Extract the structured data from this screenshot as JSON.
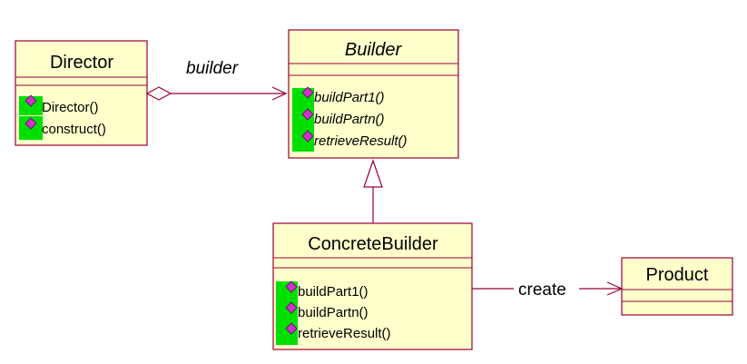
{
  "colors": {
    "class_fill": "#FFFFCC",
    "class_border": "#990033",
    "connector": "#990033",
    "op_marker_green": "#00E000",
    "op_marker_magenta": "#CC33CC"
  },
  "classes": {
    "director": {
      "name": "Director",
      "operations": [
        "Director()",
        "construct()"
      ]
    },
    "builder": {
      "name": "Builder",
      "abstract": true,
      "operations": [
        "buildPart1()",
        "buildPartn()",
        "retrieveResult()"
      ]
    },
    "concrete_builder": {
      "name": "ConcreteBuilder",
      "operations": [
        "buildPart1()",
        "buildPartn()",
        "retrieveResult()"
      ]
    },
    "product": {
      "name": "Product",
      "operations": []
    }
  },
  "relations": {
    "director_builder_label": "builder",
    "concrete_product_label": "create"
  }
}
